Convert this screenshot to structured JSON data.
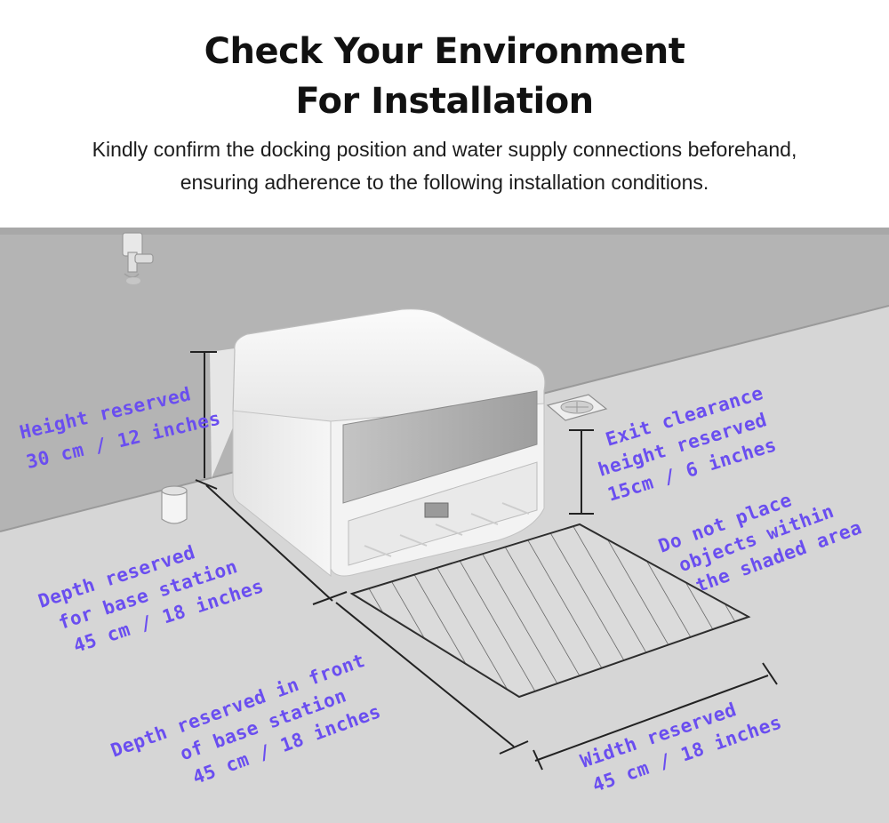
{
  "header": {
    "title_line1": "Check Your Environment",
    "title_line2": "For Installation",
    "subtitle_line1": "Kindly confirm the docking position and water supply connections beforehand,",
    "subtitle_line2": "ensuring adherence to the following installation conditions."
  },
  "labels": {
    "height": [
      "Height reserved",
      "30 cm / 12 inches"
    ],
    "exit": [
      "Exit clearance",
      "height reserved",
      "15cm / 6 inches"
    ],
    "depth_base": [
      "Depth reserved",
      "for base station",
      "45 cm /  18 inches"
    ],
    "no_objects": [
      "Do not place",
      "objects within",
      "the shaded area"
    ],
    "depth_front": [
      "Depth reserved in front",
      "of base station",
      "45 cm / 18 inches"
    ],
    "width": [
      "Width reserved",
      "45 cm / 18 inches"
    ]
  },
  "colors": {
    "label": "#6a4ef0",
    "wall": "#b4b4b4",
    "floor": "#d6d6d6",
    "background": "#ffffff"
  }
}
